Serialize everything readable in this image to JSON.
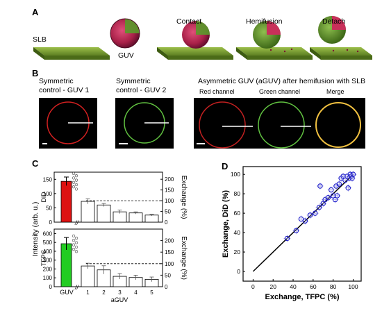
{
  "panels": {
    "a": "A",
    "b": "B",
    "c": "C",
    "d": "D"
  },
  "panelA": {
    "labels": {
      "slb": "SLB",
      "guv": "GUV",
      "contact": "Contact",
      "hemifusion": "Hemifusion",
      "detach": "Detach"
    },
    "colors": {
      "bilayer": "#6b8f2a",
      "vesicle_outer": "#8a2040",
      "vesicle_inner": "#c8305a"
    }
  },
  "panelB": {
    "control1_line1": "Symmetric",
    "control1_line2": "control - GUV 1",
    "control2_line1": "Symmetric",
    "control2_line2": "control - GUV 2",
    "asym_title": "Asymmetric GUV (aGUV) after hemifusion with SLB",
    "red_channel": "Red channel",
    "green_channel": "Green channel",
    "merge": "Merge",
    "colors": {
      "red": "#d02020",
      "green": "#60c040",
      "merge": "#f0c040"
    }
  },
  "chart_data": [
    {
      "id": "C-top",
      "type": "bar",
      "ylabel_left": "DiD",
      "ylabel_shared": "Intensity (arb. u.)",
      "ylabel_right": "Exchange (%)",
      "guv_value": 143,
      "guv_error": 15,
      "guv_color": "#dd1111",
      "left_ylim": [
        0,
        175
      ],
      "left_ticks": [
        0,
        50,
        100,
        150
      ],
      "right_ylim": [
        0,
        233
      ],
      "right_ticks": [
        0,
        50,
        100,
        150,
        200
      ],
      "reference_line": 100,
      "categories": [
        "1",
        "2",
        "3",
        "4",
        "5"
      ],
      "values_pct": [
        97,
        80,
        48,
        43,
        33
      ],
      "errors_pct": [
        12,
        7,
        8,
        5,
        4
      ]
    },
    {
      "id": "C-bottom",
      "type": "bar",
      "ylabel_left": "TFPC",
      "ylabel_right": "Exchange (%)",
      "xlabel": "aGUV",
      "guv_label": "GUV",
      "guv_value": 485,
      "guv_error": 70,
      "guv_color": "#22cc22",
      "left_ylim": [
        0,
        650
      ],
      "left_ticks": [
        0,
        100,
        200,
        300,
        400,
        500,
        600
      ],
      "right_ylim": [
        0,
        250
      ],
      "right_ticks": [
        0,
        50,
        100,
        150,
        200
      ],
      "reference_line": 100,
      "categories": [
        "1",
        "2",
        "3",
        "4",
        "5"
      ],
      "values_pct": [
        90,
        73,
        45,
        40,
        32
      ],
      "errors_pct": [
        12,
        18,
        12,
        10,
        10
      ]
    },
    {
      "id": "D",
      "type": "scatter",
      "xlabel": "Exchange, TFPC (%)",
      "ylabel": "Exchange, DiD (%)",
      "xlim": [
        -10,
        108
      ],
      "ylim": [
        -10,
        108
      ],
      "xticks": [
        0,
        20,
        40,
        60,
        80,
        100
      ],
      "yticks": [
        0,
        20,
        40,
        60,
        80,
        100
      ],
      "point_color": "#2020cc",
      "fit_line": {
        "x": [
          0,
          100
        ],
        "y": [
          0,
          100
        ]
      },
      "points": [
        {
          "x": 34,
          "y": 34
        },
        {
          "x": 43,
          "y": 42
        },
        {
          "x": 48,
          "y": 54
        },
        {
          "x": 52,
          "y": 52
        },
        {
          "x": 57,
          "y": 58
        },
        {
          "x": 62,
          "y": 60
        },
        {
          "x": 66,
          "y": 66
        },
        {
          "x": 67,
          "y": 88
        },
        {
          "x": 70,
          "y": 70
        },
        {
          "x": 72,
          "y": 74
        },
        {
          "x": 75,
          "y": 76
        },
        {
          "x": 78,
          "y": 84
        },
        {
          "x": 80,
          "y": 78
        },
        {
          "x": 82,
          "y": 74
        },
        {
          "x": 84,
          "y": 78
        },
        {
          "x": 83,
          "y": 88
        },
        {
          "x": 86,
          "y": 90
        },
        {
          "x": 88,
          "y": 96
        },
        {
          "x": 90,
          "y": 98
        },
        {
          "x": 92,
          "y": 94
        },
        {
          "x": 94,
          "y": 98
        },
        {
          "x": 95,
          "y": 86
        },
        {
          "x": 96,
          "y": 96
        },
        {
          "x": 97,
          "y": 100
        },
        {
          "x": 98,
          "y": 98
        },
        {
          "x": 99,
          "y": 96
        },
        {
          "x": 100,
          "y": 100
        }
      ]
    }
  ]
}
